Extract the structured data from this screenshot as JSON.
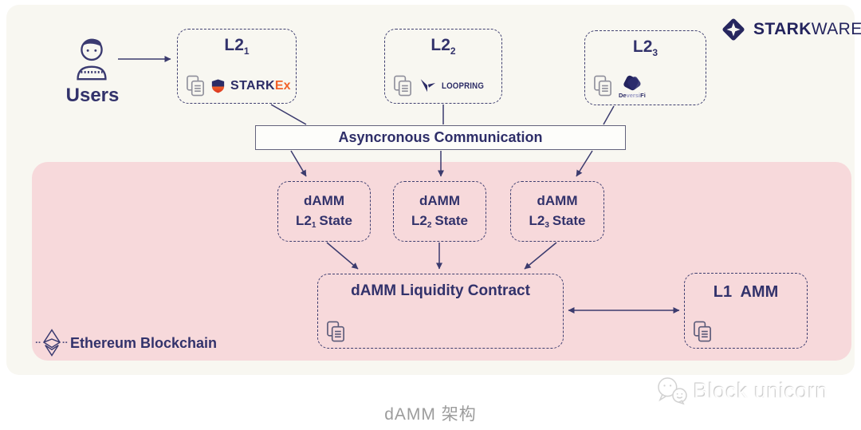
{
  "colors": {
    "navy": "#32326b",
    "pink_region": "#f7d9db",
    "canvas_bg": "#f8f7f1",
    "starkex_orange": "#f2622a",
    "icon_gray": "#8f8f9b"
  },
  "starkware": {
    "word_bold": "STARK",
    "word_light": "WARE"
  },
  "users": {
    "label": "Users"
  },
  "l2_boxes": [
    {
      "name": "L2",
      "sub": "1"
    },
    {
      "name": "L2",
      "sub": "2"
    },
    {
      "name": "L2",
      "sub": "3"
    }
  ],
  "partners": {
    "starkex": {
      "main": "STARK",
      "accent": "Ex"
    },
    "loopring": {
      "wordmark": "LOOPRING"
    },
    "deversifi": {
      "de": "De",
      "versi": "versi",
      "fi": "Fi"
    }
  },
  "communication": {
    "label": "Asyncronous Communication"
  },
  "state_boxes": [
    {
      "line1": "dAMM",
      "l2": "L2",
      "sub": "1",
      "state": "State"
    },
    {
      "line1": "dAMM",
      "l2": "L2",
      "sub": "2",
      "state": "State"
    },
    {
      "line1": "dAMM",
      "l2": "L2",
      "sub": "3",
      "state": "State"
    }
  ],
  "liquidity_contract": {
    "label": "dAMM Liquidity Contract"
  },
  "l1_amm": {
    "label": "L1  AMM"
  },
  "ethereum": {
    "label": "Ethereum Blockchain"
  },
  "caption": {
    "text": "dAMM 架构"
  },
  "watermark": {
    "text": "Block unicorn"
  },
  "icons": {
    "user": "person-bust",
    "document": "stacked-pages",
    "starkex": "shield",
    "loopring": "angular-mark",
    "deversifi": "diamond-mark",
    "starkware": "diamond-star",
    "ethereum": "eth-diamond",
    "watermark": "chat-bubbles"
  }
}
